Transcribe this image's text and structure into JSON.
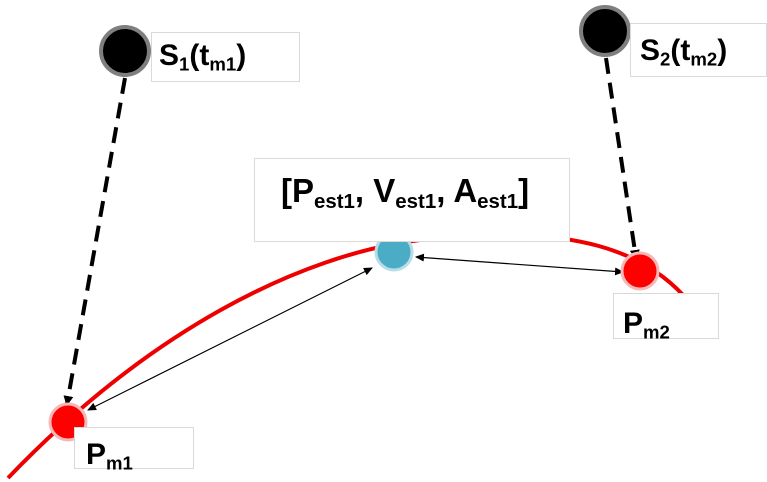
{
  "satellites": [
    {
      "id": "s1",
      "label": {
        "main": "S",
        "sub": "1",
        "open": "(t",
        "tsub": "m1",
        "close": ")"
      }
    },
    {
      "id": "s2",
      "label": {
        "main": "S",
        "sub": "2",
        "open": "(t",
        "tsub": "m2",
        "close": ")"
      }
    }
  ],
  "measurements": [
    {
      "id": "pm1",
      "label": {
        "main": "P",
        "sub": "m1"
      }
    },
    {
      "id": "pm2",
      "label": {
        "main": "P",
        "sub": "m2"
      }
    }
  ],
  "estimate": {
    "label": {
      "open": "[",
      "p": "P",
      "p_sub": "est1",
      "sep1": ", ",
      "v": "V",
      "v_sub": "est1",
      "sep2": ", ",
      "a": "A",
      "a_sub": "est1",
      "close": "]"
    }
  },
  "colors": {
    "trajectory": "#ee0000",
    "measurement_fill": "#ff0000",
    "measurement_ring": "#f4b8b8",
    "estimate_fill": "#4bacc6",
    "estimate_ring": "#b7dde8",
    "satellite_fill": "#000000",
    "satellite_ring": "#7f7f7f"
  }
}
